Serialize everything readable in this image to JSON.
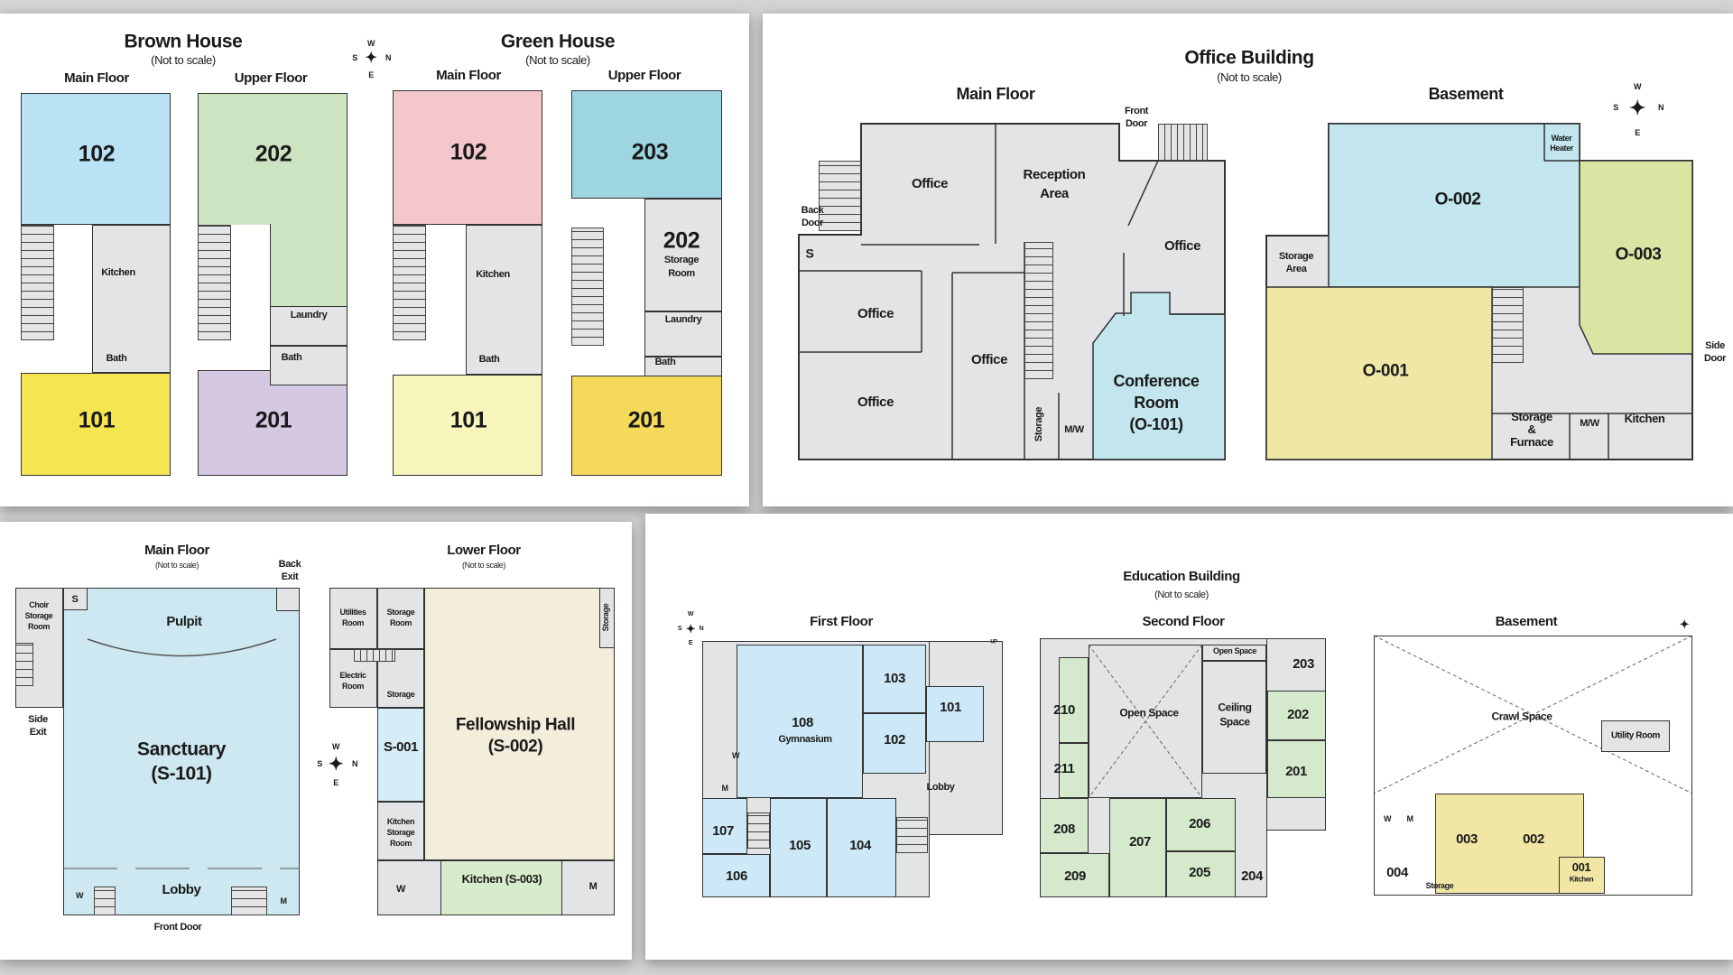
{
  "not_to_scale": "(Not to scale)",
  "compass": {
    "w": "W",
    "s": "S",
    "n": "N",
    "e": "E"
  },
  "brown_house": {
    "title": "Brown House",
    "main_floor": "Main Floor",
    "upper_floor": "Upper Floor",
    "rooms": {
      "r102": "102",
      "r101": "101",
      "kitchen": "Kitchen",
      "bath": "Bath",
      "r202": "202",
      "laundry": "Laundry",
      "bath_upper": "Bath",
      "r201": "201"
    },
    "colors": {
      "r102": "#b9e2f5",
      "r101": "#f5e651",
      "r202": "#cde4c3",
      "r201": "#d5c8e2"
    }
  },
  "green_house": {
    "title": "Green House",
    "main_floor": "Main Floor",
    "upper_floor": "Upper Floor",
    "rooms": {
      "r102": "102",
      "r101": "101",
      "kitchen": "Kitchen",
      "bath": "Bath",
      "r203": "203",
      "r202": "202",
      "storage_room_1": "Storage",
      "storage_room_2": "Room",
      "laundry": "Laundry",
      "bath_upper": "Bath",
      "r201": "201"
    },
    "colors": {
      "r102": "#f4c7cc",
      "r101": "#f7f5bb",
      "r203": "#9dd5e0",
      "r201": "#f5d95b"
    }
  },
  "office_building": {
    "title": "Office Building",
    "main_floor": "Main Floor",
    "basement": "Basement",
    "main": {
      "office_1": "Office",
      "reception_1": "Reception",
      "reception_2": "Area",
      "office_2": "Office",
      "office_3": "Office",
      "office_4": "Office",
      "office_5": "Office",
      "conference_1": "Conference",
      "conference_2": "Room",
      "conference_3": "(O-101)",
      "storage": "Storage",
      "mw": "M/W",
      "s": "S",
      "back_door_1": "Back",
      "back_door_2": "Door",
      "front_door_1": "Front",
      "front_door_2": "Door"
    },
    "basement_rooms": {
      "o002": "O-002",
      "o003": "O-003",
      "o001": "O-001",
      "storage_area_1": "Storage",
      "storage_area_2": "Area",
      "water_heater_1": "Water",
      "water_heater_2": "Heater",
      "storage_furnace_1": "Storage",
      "storage_furnace_2": "&",
      "storage_furnace_3": "Furnace",
      "mw": "M/W",
      "kitchen": "Kitchen",
      "side_door_1": "Side",
      "side_door_2": "Door"
    },
    "colors": {
      "conference": "#c2e5ee",
      "o002": "#c2e5ee",
      "o003": "#d8e5a3",
      "o001": "#f0e6a6"
    }
  },
  "church": {
    "main_floor": "Main Floor",
    "lower_floor": "Lower Floor",
    "main": {
      "choir_1": "Choir",
      "choir_2": "Storage",
      "choir_3": "Room",
      "s": "S",
      "pulpit": "Pulpit",
      "sanctuary_1": "Sanctuary",
      "sanctuary_2": "(S-101)",
      "lobby": "Lobby",
      "front_door": "Front Door",
      "side_exit_1": "Side",
      "side_exit_2": "Exit",
      "back_exit_1": "Back",
      "back_exit_2": "Exit",
      "w": "W",
      "m": "M"
    },
    "lower": {
      "utilities_1": "Utilities",
      "utilities_2": "Room",
      "storage_room_1": "Storage",
      "storage_room_2": "Room",
      "electric_1": "Electric",
      "electric_2": "Room",
      "storage": "Storage",
      "s001": "S-001",
      "kitchen_storage_1": "Kitchen",
      "kitchen_storage_2": "Storage",
      "kitchen_storage_3": "Room",
      "fellowship_1": "Fellowship Hall",
      "fellowship_2": "(S-002)",
      "storage_vertical": "Storage",
      "kitchen": "Kitchen (S-003)",
      "w": "W",
      "m": "M"
    },
    "colors": {
      "sanctuary": "#cde8f0",
      "s001": "#d6ecf6",
      "fellowship": "#f3eedc",
      "kitchen": "#d6eccc"
    }
  },
  "education_building": {
    "title": "Education Building",
    "first_floor": "First Floor",
    "second_floor": "Second Floor",
    "basement": "Basement",
    "first": {
      "r108": "108",
      "gym": "Gymnasium",
      "r103": "103",
      "r102": "102",
      "r101": "101",
      "r107": "107",
      "r106": "106",
      "r105": "105",
      "r104": "104",
      "lobby": "Lobby",
      "w": "W",
      "m": "M",
      "up": "UP"
    },
    "second": {
      "r210": "210",
      "r211": "211",
      "r208": "208",
      "r209": "209",
      "r207": "207",
      "r206": "206",
      "r205": "205",
      "r204": "204",
      "open_space": "Open Space",
      "open_space_small": "Open Space",
      "ceiling_1": "Ceiling",
      "ceiling_2": "Space",
      "r203": "203",
      "r202": "202",
      "r201": "201"
    },
    "base": {
      "crawl": "Crawl Space",
      "utility": "Utility Room",
      "r003": "003",
      "r002": "002",
      "r001": "001",
      "kitchen": "Kitchen",
      "r004": "004",
      "storage": "Storage",
      "w": "W",
      "m": "M"
    },
    "colors": {
      "first": "#cde9f8",
      "second": "#d5eacc",
      "basement": "#f2e6a5"
    }
  }
}
